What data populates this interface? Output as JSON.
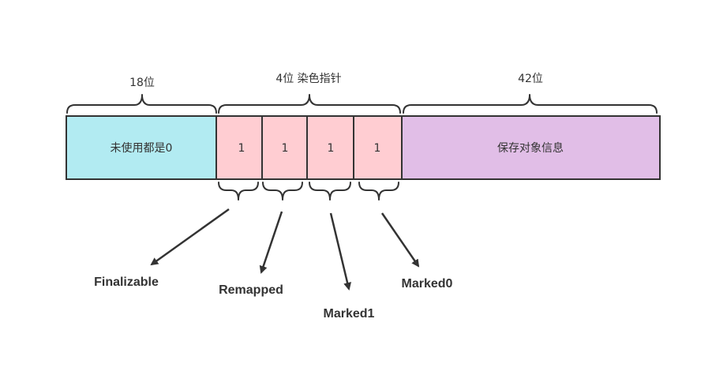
{
  "top_labels": {
    "unused_width": "18位",
    "colored_pointer_width": "4位 染色指针",
    "object_info_width": "42位"
  },
  "segments": {
    "unused": {
      "text": "未使用都是0",
      "color": "#b2ebf2"
    },
    "bits": [
      {
        "text": "1",
        "color": "#ffcdd2"
      },
      {
        "text": "1",
        "color": "#ffcdd2"
      },
      {
        "text": "1",
        "color": "#ffcdd2"
      },
      {
        "text": "1",
        "color": "#ffcdd2"
      }
    ],
    "object_info": {
      "text": "保存对象信息",
      "color": "#e1bee7"
    }
  },
  "flags": [
    {
      "name": "Finalizable"
    },
    {
      "name": "Remapped"
    },
    {
      "name": "Marked1"
    },
    {
      "name": "Marked0"
    }
  ],
  "colors": {
    "stroke": "#333333",
    "text": "#333333"
  }
}
